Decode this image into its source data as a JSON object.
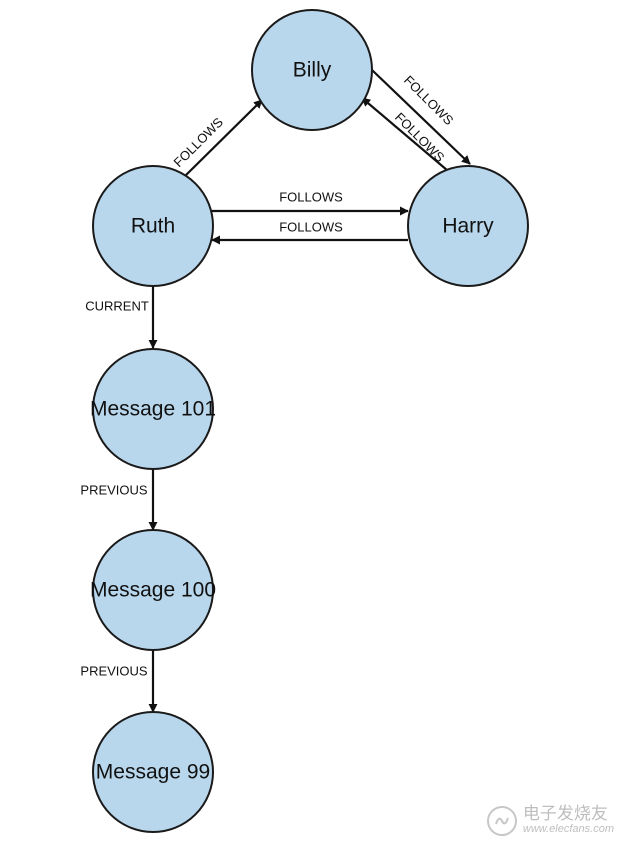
{
  "diagram": {
    "nodes": [
      {
        "id": "billy",
        "label": "Billy"
      },
      {
        "id": "ruth",
        "label": "Ruth"
      },
      {
        "id": "harry",
        "label": "Harry"
      },
      {
        "id": "msg101",
        "label": "Message 101"
      },
      {
        "id": "msg100",
        "label": "Message 100"
      },
      {
        "id": "msg99",
        "label": "Message 99"
      }
    ],
    "edges": [
      {
        "from": "ruth",
        "to": "billy",
        "label": "FOLLOWS"
      },
      {
        "from": "billy",
        "to": "harry",
        "label": "FOLLOWS"
      },
      {
        "from": "harry",
        "to": "billy",
        "label": "FOLLOWS"
      },
      {
        "from": "ruth",
        "to": "harry",
        "label": "FOLLOWS"
      },
      {
        "from": "harry",
        "to": "ruth",
        "label": "FOLLOWS"
      },
      {
        "from": "ruth",
        "to": "msg101",
        "label": "CURRENT"
      },
      {
        "from": "msg101",
        "to": "msg100",
        "label": "PREVIOUS"
      },
      {
        "from": "msg100",
        "to": "msg99",
        "label": "PREVIOUS"
      }
    ],
    "colors": {
      "node_fill": "#b9d7ec",
      "node_stroke": "#1a1a1a",
      "edge": "#111111"
    }
  },
  "watermark": {
    "title": "电子发烧友",
    "url": "www.elecfans.com"
  }
}
